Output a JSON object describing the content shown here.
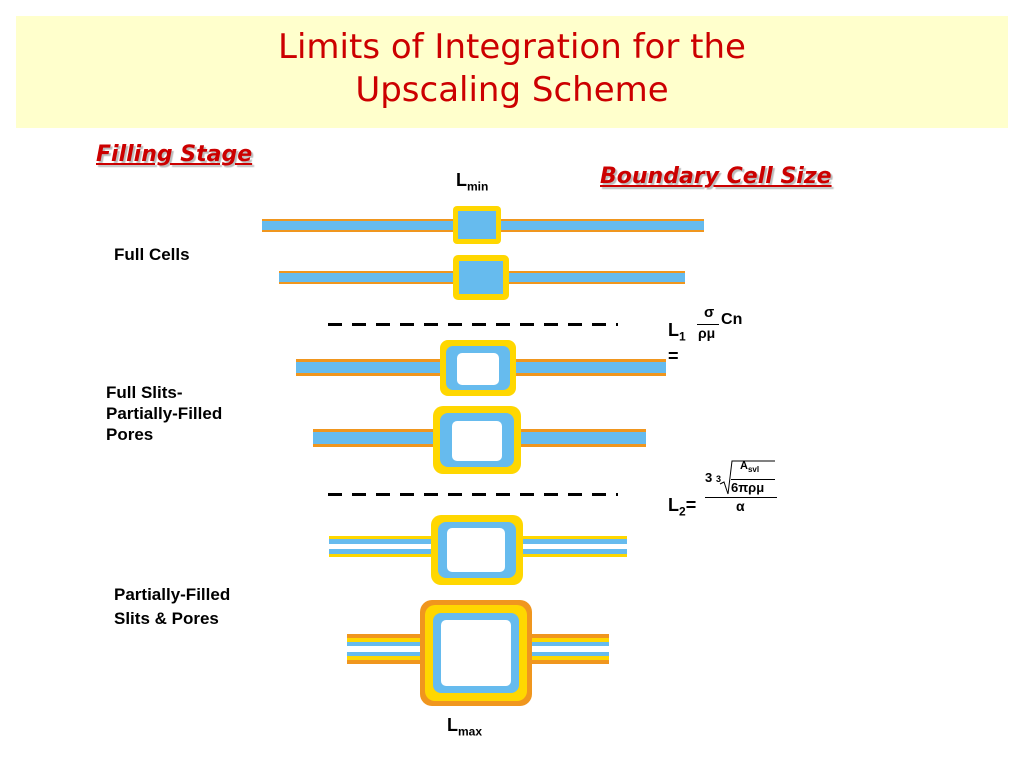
{
  "title": {
    "line1": "Limits of Integration for the",
    "line2": "Upscaling Scheme"
  },
  "sections": {
    "filling_stage": "Filling Stage",
    "boundary_cell_size": "Boundary Cell Size"
  },
  "labels": {
    "full_cells": "Full Cells",
    "full_slits_line1": "Full Slits-",
    "full_slits_line2": "Partially-Filled",
    "full_slits_line3": "Pores",
    "partial_line1": "Partially-Filled",
    "partial_line2": "Slits & Pores"
  },
  "limits": {
    "l_min_base": "L",
    "l_min_sub": "min",
    "l1_base": "L",
    "l1_sub": "1",
    "l1_eq": "=",
    "l2_base": "L",
    "l2_sub": "2",
    "l2_eq": "=",
    "l_max_base": "L",
    "l_max_sub": "max"
  },
  "equations": {
    "l1_num": "σ",
    "l1_den": "ρμ",
    "l1_c": "C",
    "l1_n": "n",
    "l2_coef": "3",
    "l2_root_index": "3",
    "l2_A": "A",
    "l2_A_sub": "svl",
    "l2_inner_den": "6πρμ",
    "l2_alpha": "α"
  },
  "colors": {
    "title": "#cc0000",
    "title_band": "#ffffcc",
    "water": "#66bbee",
    "yellow": "#ffd700",
    "orange": "#f0961e"
  }
}
